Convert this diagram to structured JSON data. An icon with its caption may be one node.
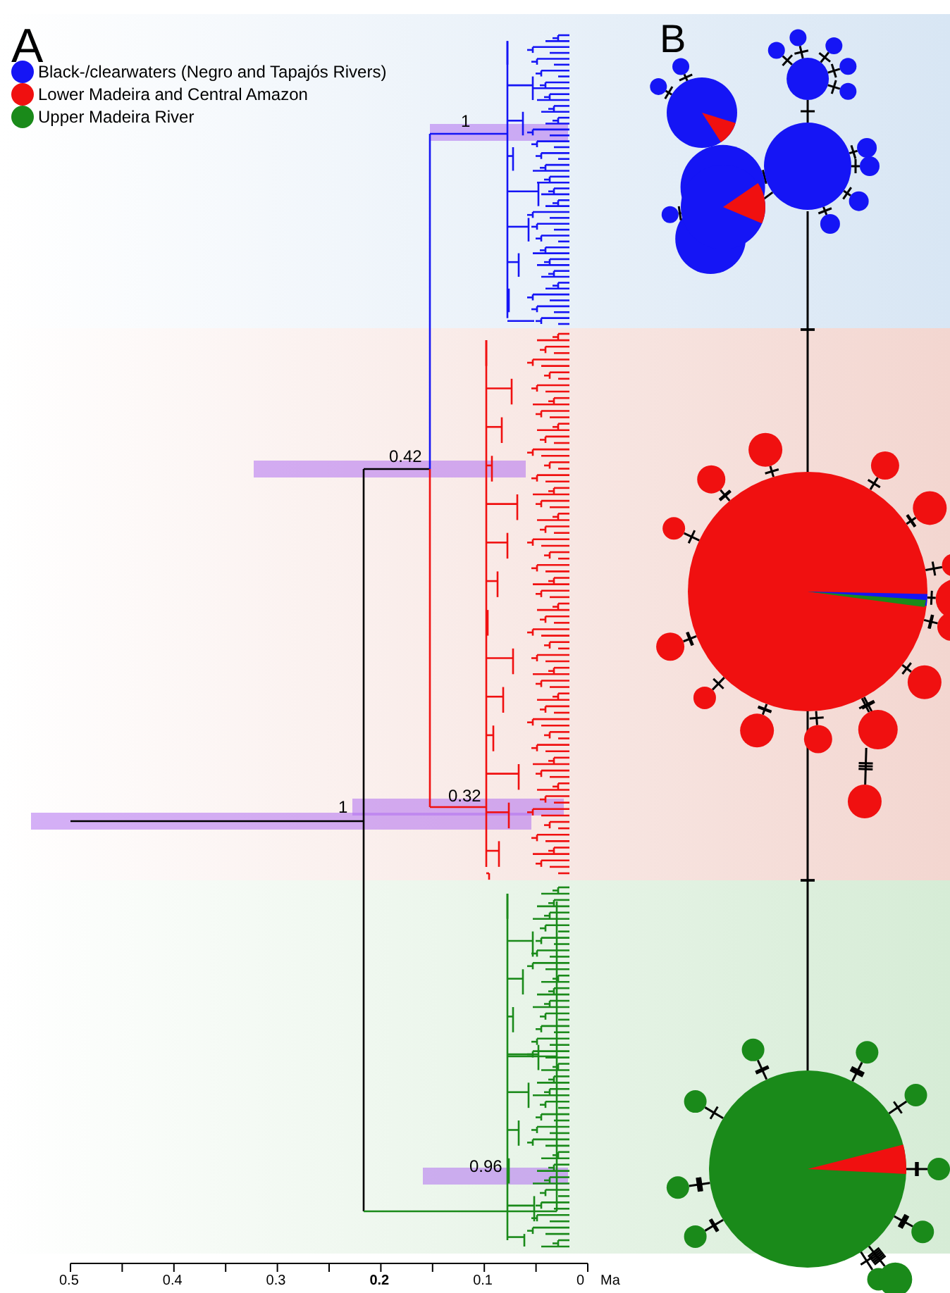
{
  "diagram": {
    "labels": [
      "A",
      "B",
      "1",
      "0.42",
      "0.32",
      "1",
      "0.96",
      "0.5",
      "0.4",
      "0.3",
      "0.2",
      "0.1",
      "0",
      "Ma"
    ],
    "legend": [
      {
        "text": "Black-/clearwaters (Negro and Tapajós Rivers)",
        "color": "#1515f5"
      },
      {
        "text": "Lower Madeira and Central Amazon",
        "color": "#f01010"
      },
      {
        "text": "Upper Madeira River",
        "color": "#1a8a1a"
      }
    ]
  }
}
